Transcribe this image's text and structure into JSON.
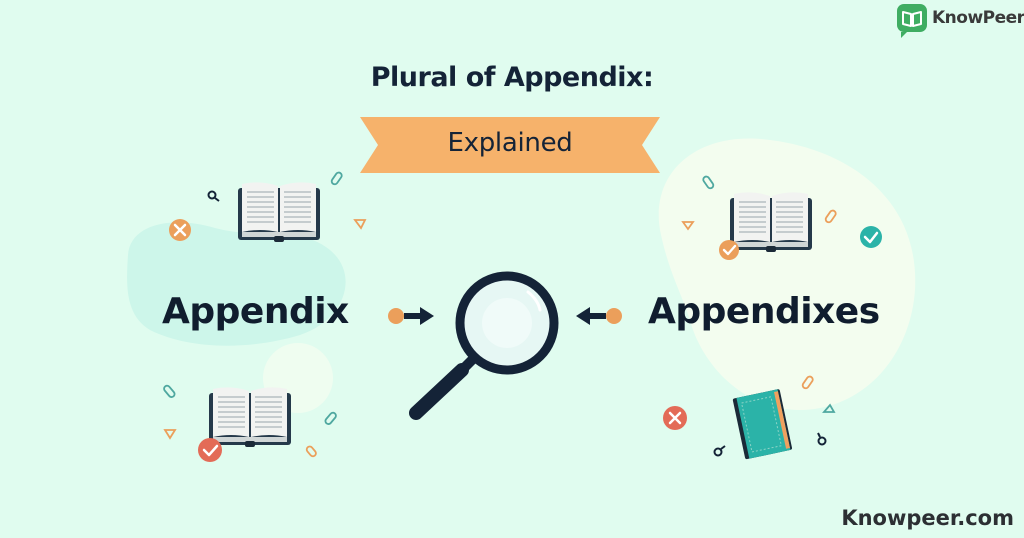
{
  "brand": {
    "logo_text": "KnowPeer",
    "logo_icon": "open-book-chat-bubble-icon",
    "logo_color": "#3fad62",
    "footer_url": "Knowpeer.com"
  },
  "header": {
    "title": "Plural of Appendix:",
    "ribbon_label": "Explained",
    "ribbon_color": "#f6b26b"
  },
  "left": {
    "word": "Appendix",
    "icons": [
      "open-book-icon",
      "open-book-icon",
      "close-circle-icon",
      "check-circle-icon",
      "search-icon",
      "paperclip-icon",
      "arrow-right-icon"
    ]
  },
  "center": {
    "icon": "magnifying-glass-icon"
  },
  "right": {
    "word": "Appendixes",
    "icons": [
      "open-book-icon",
      "closed-book-icon",
      "check-circle-icon",
      "close-circle-icon",
      "paperclip-icon",
      "arrow-left-icon"
    ]
  },
  "colors": {
    "background": "#e0fcef",
    "text_dark": "#101d2e",
    "accent_orange": "#eb9f5b",
    "accent_red": "#e36b57",
    "accent_teal": "#2bb3a8",
    "blob_light": "#f3fdf0",
    "blob_blue": "#cdf5ea"
  }
}
